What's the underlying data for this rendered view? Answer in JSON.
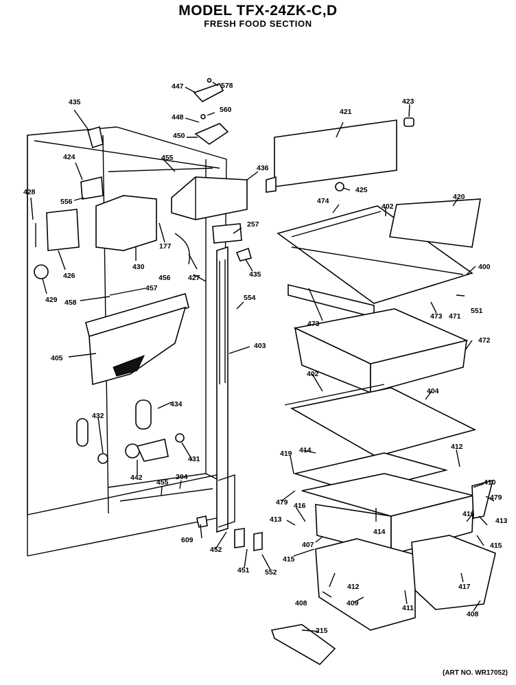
{
  "header": {
    "model": "MODEL TFX-24ZK-C,D",
    "section": "FRESH FOOD SECTION"
  },
  "footer": {
    "art_number": "(ART NO. WR17052)"
  },
  "callouts": [
    "435",
    "424",
    "428",
    "556",
    "426",
    "429",
    "430",
    "177",
    "458",
    "457",
    "405",
    "447",
    "578",
    "448",
    "560",
    "450",
    "455",
    "436",
    "427",
    "456",
    "257",
    "435",
    "554",
    "403",
    "421",
    "423",
    "425",
    "474",
    "402",
    "420",
    "400",
    "551",
    "473",
    "471",
    "472",
    "473",
    "402",
    "404",
    "412",
    "419",
    "414",
    "410",
    "479",
    "479",
    "416",
    "413",
    "413",
    "416",
    "407",
    "414",
    "415",
    "415",
    "409",
    "408",
    "411",
    "412",
    "417",
    "408",
    "432",
    "434",
    "431",
    "442",
    "455",
    "204",
    "609",
    "452",
    "451",
    "552",
    "215"
  ]
}
